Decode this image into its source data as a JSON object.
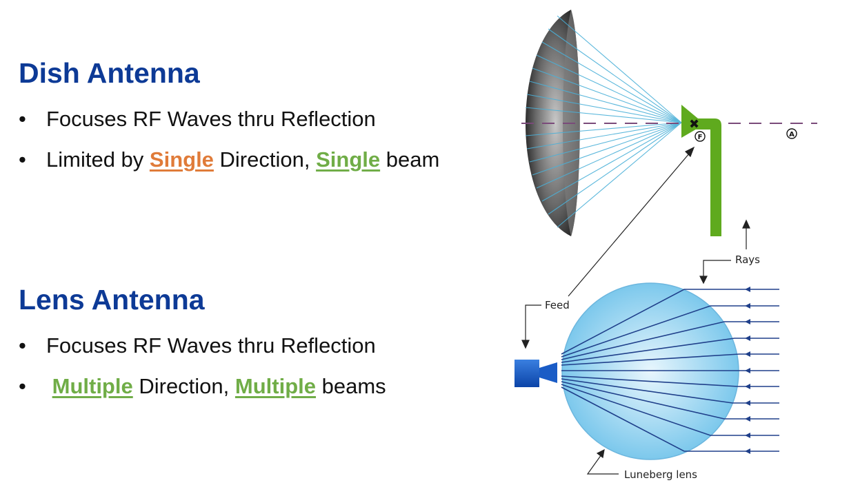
{
  "dish": {
    "title": "Dish Antenna",
    "bullets": [
      {
        "text": "Focuses RF Waves thru Reflection"
      },
      {
        "pre": "Limited by ",
        "hl1": "Single",
        "mid": " Direction, ",
        "hl2": "Single",
        "post": " beam"
      }
    ]
  },
  "lens": {
    "title": "Lens Antenna",
    "bullets": [
      {
        "text": "Focuses RF Waves thru Reflection"
      },
      {
        "pre": " ",
        "hl1": "Multiple",
        "mid": " Direction, ",
        "hl2": "Multiple",
        "post": " beams"
      }
    ]
  },
  "bullet_glyph": "•",
  "diagram": {
    "focus_label": "F",
    "axis_label": "A",
    "rays_label": "Rays",
    "feed_label": "Feed",
    "lens_label": "Luneberg lens"
  },
  "colors": {
    "heading": "#0d3a96",
    "single_orange": "#e07b39",
    "highlight_green": "#70ad47",
    "feed_green": "#5faa1e",
    "ray_blue": "#1f3f8a",
    "lens_blue": "#8fd0ef"
  }
}
